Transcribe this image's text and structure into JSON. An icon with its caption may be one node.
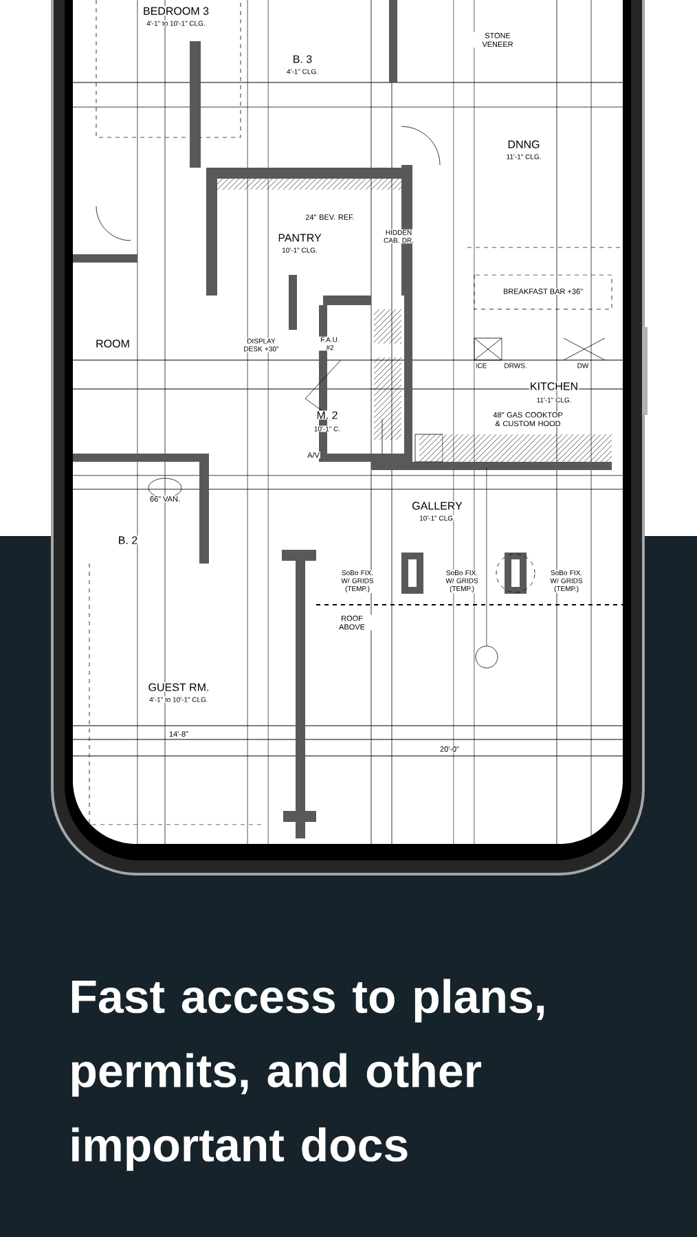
{
  "diagram": {
    "title": "Fast access to plans, permits, and other important docs",
    "labels": [
      "BEDROOM 3",
      "4'-1\" to 10'-1\" CLG.",
      "B. 3",
      "4'-1\" CLG.",
      "STONE VENEER",
      "DNNG",
      "11'-1\" CLG.",
      "24\" BEV. REF.",
      "PANTRY",
      "10'-1\" CLG.",
      "HIDDEN CAB. DR.",
      "BREAKFAST BAR +36\"",
      "ROOM",
      "DISPLAY DESK +30\"",
      "F.A.U. #2",
      "M. 2",
      "10'-1\" C.",
      "A/V",
      "ICE",
      "DRWS.",
      "DW",
      "KITCHEN",
      "11'-1\" CLG.",
      "48\" GAS COOKTOP & CUSTOM HOOD",
      "66\" VAN.",
      "B. 2",
      "GALLERY",
      "10'-1\" CLG.",
      "SoBo FIX. W/ GRIDS (TEMP.)",
      "ROOF ABOVE",
      "SoBo FIX. W/ GRIDS (TEMP.)",
      "SoBo FIX. W/ GRIDS (TEMP.)",
      "GUEST RM.",
      "4'-1\" to 10'-1\" CLG.",
      "14'-8\"",
      "20'-0\""
    ]
  }
}
